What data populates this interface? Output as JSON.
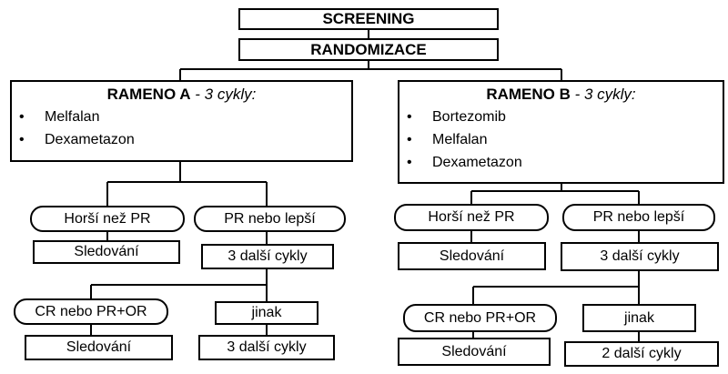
{
  "screening": "SCREENING",
  "randomization": "RANDOMIZACE",
  "arm_a": {
    "title_bold": "RAMENO A",
    "title_rest": " - 3 cykly:",
    "items": [
      "Melfalan",
      "Dexametazon"
    ]
  },
  "arm_b": {
    "title_bold": "RAMENO B",
    "title_rest": " - 3 cykly:",
    "items": [
      "Bortezomib",
      "Melfalan",
      "Dexametazon"
    ]
  },
  "bullet": "•",
  "left": {
    "worse": "Horší než PR",
    "better": "PR nebo lepší",
    "followup1": "Sledování",
    "more_cycles1": "3 další cykly",
    "cr": "CR nebo PR+OR",
    "otherwise": "jinak",
    "followup2": "Sledování",
    "more_cycles2": "3 další cykly"
  },
  "right": {
    "worse": "Horší než PR",
    "better": "PR nebo lepší",
    "followup1": "Sledování",
    "more_cycles1": "3 další cykly",
    "cr": "CR nebo PR+OR",
    "otherwise": "jinak",
    "followup2": "Sledování",
    "more_cycles2": "2 další cykly"
  }
}
